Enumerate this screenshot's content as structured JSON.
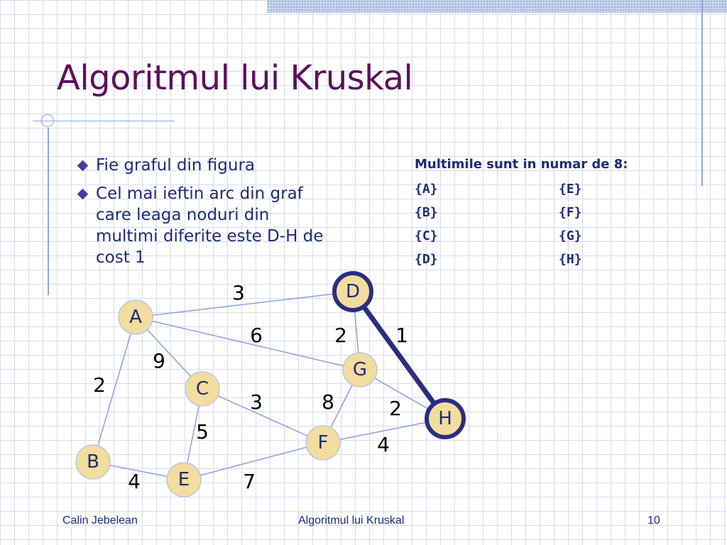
{
  "title": "Algoritmul lui Kruskal",
  "bullets": [
    "Fie graful din figura",
    "Cel mai ieftin arc din graf care leaga noduri din multimi diferite este D-H de cost 1"
  ],
  "sets": {
    "header": "Multimile sunt in numar de 8:",
    "items": [
      "{A}",
      "{E}",
      "{B}",
      "{F}",
      "{C}",
      "{G}",
      "{D}",
      "{H}"
    ]
  },
  "graph": {
    "nodes": [
      "A",
      "B",
      "C",
      "D",
      "E",
      "F",
      "G",
      "H"
    ],
    "edges": [
      {
        "from": "A",
        "to": "D",
        "weight": "3"
      },
      {
        "from": "A",
        "to": "G",
        "weight": "6"
      },
      {
        "from": "A",
        "to": "C",
        "weight": "9"
      },
      {
        "from": "A",
        "to": "B",
        "weight": "2"
      },
      {
        "from": "D",
        "to": "G",
        "weight": "2"
      },
      {
        "from": "D",
        "to": "H",
        "weight": "1",
        "highlighted": true
      },
      {
        "from": "C",
        "to": "F",
        "weight": "3"
      },
      {
        "from": "C",
        "to": "E",
        "weight": "5"
      },
      {
        "from": "G",
        "to": "F",
        "weight": "8"
      },
      {
        "from": "G",
        "to": "H",
        "weight": "2"
      },
      {
        "from": "F",
        "to": "H",
        "weight": "4"
      },
      {
        "from": "B",
        "to": "E",
        "weight": "4"
      },
      {
        "from": "E",
        "to": "F",
        "weight": "7"
      }
    ],
    "highlighted_nodes": [
      "D",
      "H"
    ]
  },
  "footer": {
    "author": "Calin Jebelean",
    "topic": "Algoritmul lui Kruskal",
    "page": "10"
  }
}
